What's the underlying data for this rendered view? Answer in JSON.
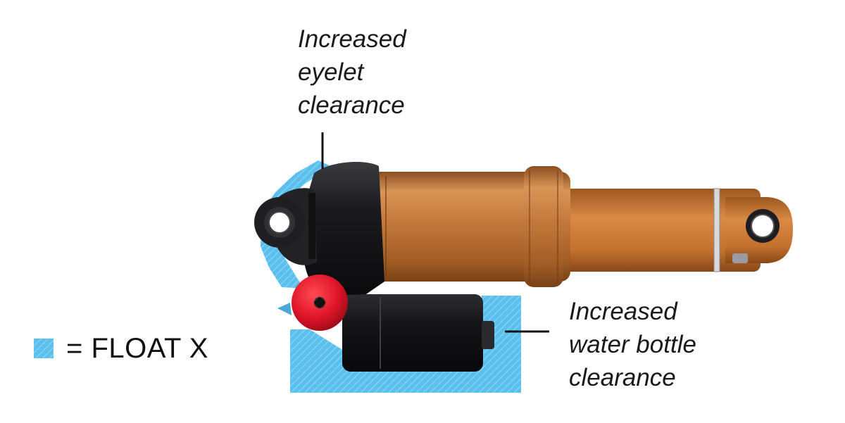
{
  "callouts": {
    "eyelet": {
      "lines": [
        "Increased",
        "eyelet",
        "clearance"
      ]
    },
    "bottle": {
      "lines": [
        "Increased",
        "water bottle",
        "clearance"
      ]
    }
  },
  "legend": {
    "label": "= FLOAT X",
    "swatch_color": "#5bc0ee",
    "swatch_icon": "hatched-square-icon"
  },
  "colors": {
    "float_x_region": "#5bc0ee",
    "shock_body": "#c97a3e",
    "reservoir": "#1c1c1f",
    "rebound_knob": "#e0152a"
  }
}
